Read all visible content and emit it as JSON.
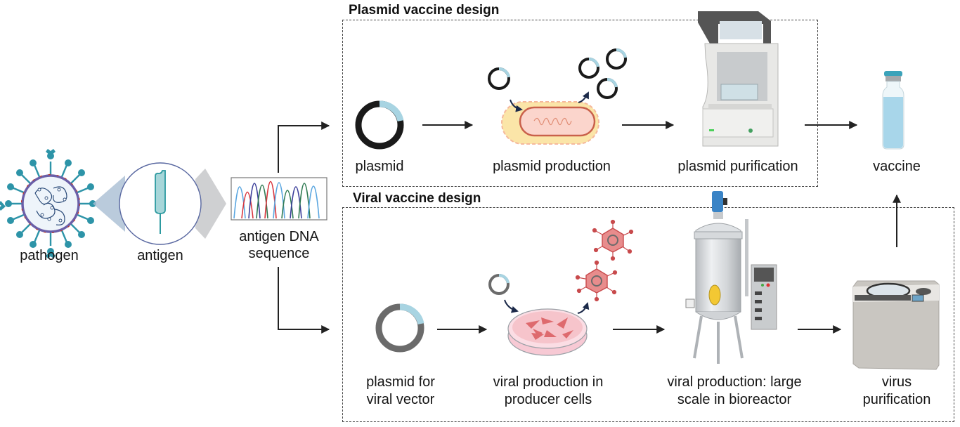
{
  "sections": {
    "plasmid_title": "Plasmid vaccine design",
    "viral_title": "Viral vaccine design"
  },
  "nodes": {
    "pathogen": "pathogen",
    "antigen": "antigen",
    "sequence_line1": "antigen DNA",
    "sequence_line2": "sequence",
    "plasmid": "plasmid",
    "plasmid_production": "plasmid production",
    "plasmid_purification": "plasmid purification",
    "vaccine": "vaccine",
    "viral_plasmid_line1": "plasmid for",
    "viral_plasmid_line2": "viral vector",
    "viral_cells_line1": "viral production in",
    "viral_cells_line2": "producer cells",
    "bioreactor_line1": "viral production: large",
    "bioreactor_line2": "scale in bioreactor",
    "virus_purif_line1": "virus",
    "virus_purif_line2": "purification"
  },
  "icons": [
    "virus-pathogen-icon",
    "antigen-icon",
    "dna-chromatogram-icon",
    "plasmid-icon",
    "bacterium-icon",
    "purification-instrument-icon",
    "vaccine-vial-icon",
    "petri-dish-icon",
    "viral-particle-icon",
    "bioreactor-icon",
    "centrifuge-icon"
  ],
  "colors": {
    "plasmid_insert": "#a8d4e2",
    "plasmid_dark": "#1a1a1a",
    "plasmid_grey": "#6b6b6b",
    "virus_teal": "#2d94a8",
    "virus_membrane": "#6b5fa8",
    "viral_particle": "#d9585a",
    "bacterium": "#f0a58c",
    "vial_liquid": "#a8d6ea"
  }
}
